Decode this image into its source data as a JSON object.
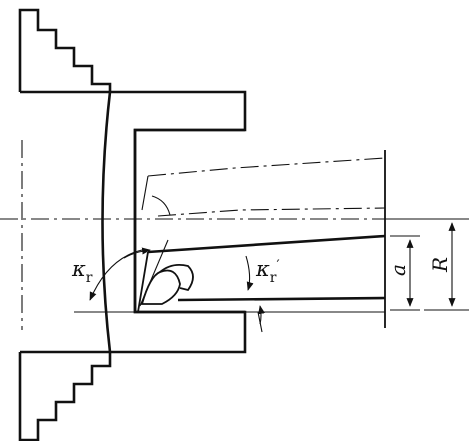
{
  "figure": {
    "labels": {
      "kappa_r": "κ",
      "kappa_r_sub": "r",
      "kappa_r_prime": "κ",
      "kappa_r_prime_sub": "r",
      "kappa_r_prime_mark": "′",
      "depth_a": "a",
      "radius_R": "R"
    }
  }
}
